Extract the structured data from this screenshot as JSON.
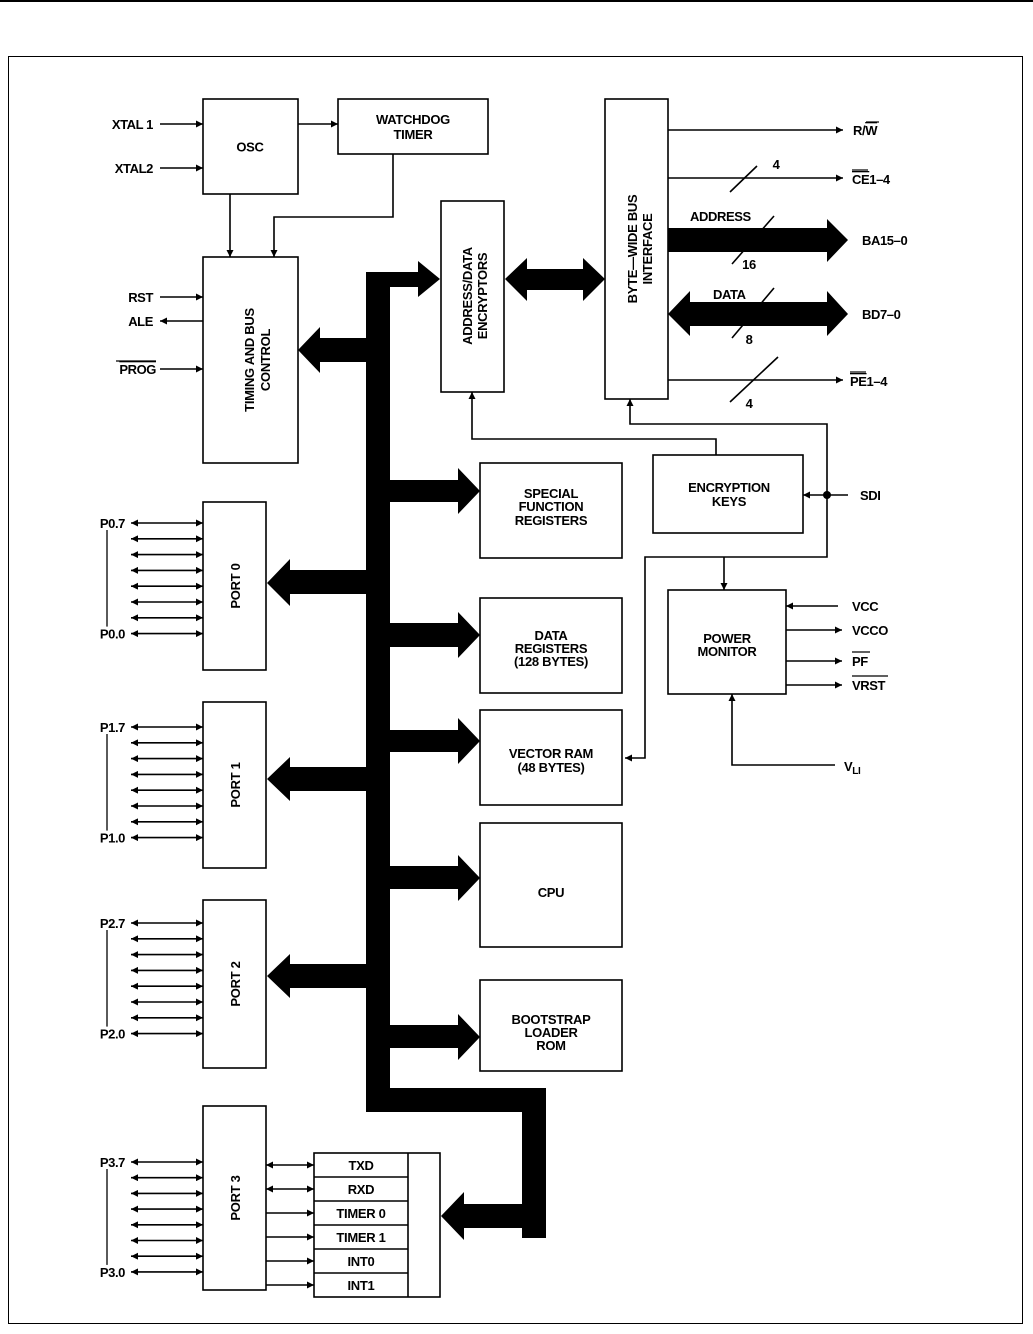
{
  "diagram": {
    "blocks": {
      "osc": "OSC",
      "watchdog": [
        "WATCHDOG",
        "TIMER"
      ],
      "timing": [
        "TIMING AND BUS",
        "CONTROL"
      ],
      "encryptors": [
        "ADDRESS/DATA",
        "ENCRYPTORS"
      ],
      "bus_interface": [
        "BYTE—WIDE BUS",
        "INTERFACE"
      ],
      "sfr": [
        "SPECIAL",
        "FUNCTION",
        "REGISTERS"
      ],
      "enc_keys": [
        "ENCRYPTION",
        "KEYS"
      ],
      "data_regs": [
        "DATA",
        "REGISTERS",
        "(128 BYTES)"
      ],
      "power_monitor": [
        "POWER",
        "MONITOR"
      ],
      "vector_ram": [
        "VECTOR RAM",
        "(48 BYTES)"
      ],
      "cpu": "CPU",
      "bootstrap": [
        "BOOTSTRAP",
        "LOADER",
        "ROM"
      ],
      "port0": "PORT 0",
      "port1": "PORT 1",
      "port2": "PORT 2",
      "port3": "PORT 3",
      "port3_functions": [
        "TXD",
        "RXD",
        "TIMER 0",
        "TIMER 1",
        "INT0",
        "INT1"
      ]
    },
    "pins": {
      "xtal1": "XTAL 1",
      "xtal2": "XTAL2",
      "rst": "RST",
      "ale": "ALE",
      "prog": "PROG",
      "rw_r": "R/",
      "rw_w": "W",
      "ce": "CE",
      "ce_suffix": "1–4",
      "ba": "BA15–0",
      "bd": "BD7–0",
      "pe": "PE",
      "pe_suffix": "1–4",
      "sdi": "SDI",
      "vcc": "VCC",
      "vcco": "VCCO",
      "pf": "PF",
      "vrst": "VRST",
      "vli_base": "V",
      "vli_sub": "LI",
      "p0_hi": "P0.7",
      "p0_lo": "P0.0",
      "p1_hi": "P1.7",
      "p1_lo": "P1.0",
      "p2_hi": "P2.7",
      "p2_lo": "P2.0",
      "p3_hi": "P3.7",
      "p3_lo": "P3.0"
    },
    "bus_labels": {
      "address": "ADDRESS",
      "address_width": "16",
      "data": "DATA",
      "data_width": "8",
      "ce_width": "4",
      "pe_width": "4"
    }
  }
}
